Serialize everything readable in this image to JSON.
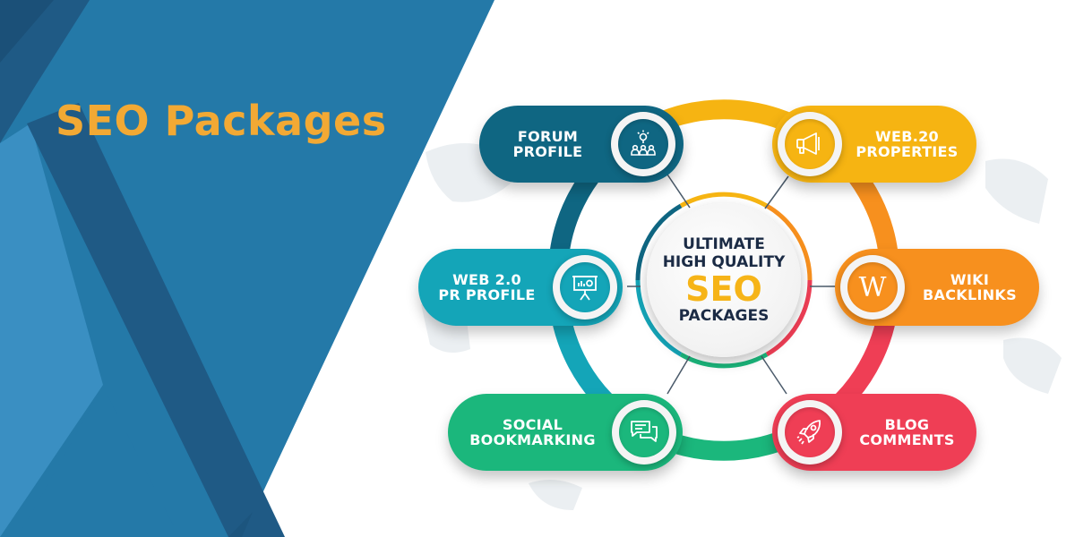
{
  "banner": {
    "title": "SEO Packages",
    "colors": {
      "background_blue": "#2479a8",
      "band_dark": "#1f5a85",
      "light_blue": "#3a8fc2",
      "title_orange": "#f2a934",
      "white": "#ffffff"
    }
  },
  "diagram": {
    "center": {
      "line1": "ULTIMATE",
      "line2": "HIGH QUALITY",
      "line3": "SEO",
      "line4": "PACKAGES"
    },
    "items": [
      {
        "line1": "FORUM",
        "line2": "PROFILE",
        "icon": "people-lightbulb-icon",
        "color": "#0f6682"
      },
      {
        "line1": "WEB.20",
        "line2": "PROPERTIES",
        "icon": "megaphone-icon",
        "color": "#f6b412"
      },
      {
        "line1": "WEB 2.0",
        "line2": "PR PROFILE",
        "icon": "presentation-board-icon",
        "color": "#14a5b8"
      },
      {
        "line1": "WIKI",
        "line2": "BACKLINKS",
        "icon": "wikipedia-icon",
        "icon_glyph": "W",
        "color": "#f7901e"
      },
      {
        "line1": "SOCIAL",
        "line2": "BOOKMARKING",
        "icon": "chat-bubbles-icon",
        "color": "#1bb77c"
      },
      {
        "line1": "BLOG",
        "line2": "COMMENTS",
        "icon": "rocket-icon",
        "color": "#ef3e55"
      }
    ]
  }
}
